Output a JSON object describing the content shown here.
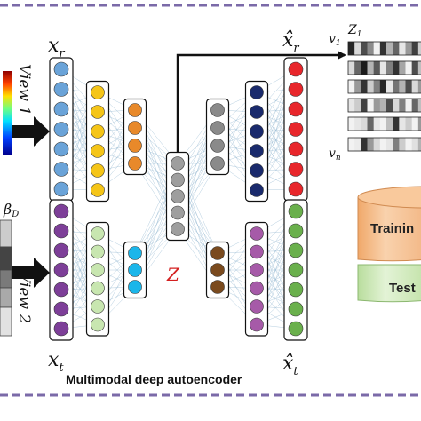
{
  "caption": "Multimodal deep autoencoder",
  "labels": {
    "x_r": "x",
    "x_r_sub": "r",
    "x_t": "x",
    "x_t_sub": "t",
    "x_r_hat": "x̂",
    "x_r_hat_sub": "r",
    "x_t_hat": "x̂",
    "x_t_hat_sub": "t",
    "z": "Z",
    "view1": "View 1",
    "view2": "View 2",
    "beta_d": "β",
    "beta_d_sub": "D",
    "v1": "v",
    "v1_sub": "1",
    "z1": "Z",
    "z1_sub": "1",
    "vn": "v",
    "vn_sub": "n"
  },
  "database": {
    "training": "Trainin",
    "test": "Test"
  },
  "colors": {
    "frame_border": "#7b6aa8",
    "view1_input": "#6aa3d8",
    "view1_enc1": "#f5c518",
    "view1_enc2": "#e8892a",
    "view2_input": "#7d3f98",
    "view2_enc1": "#c8e6b0",
    "view2_enc2": "#1bb6ea",
    "bottleneck": "#9e9e9e",
    "dec1_top": "#8a8a8a",
    "dec2_top": "#1a2a6c",
    "recon_r": "#e8262b",
    "dec1_bottom": "#7a4a1e",
    "dec2_bottom": "#a65aa8",
    "recon_t": "#6ab04c",
    "z_label": "#d42020",
    "training_db": "#f7c59f",
    "test_db": "#d4ecc0"
  }
}
